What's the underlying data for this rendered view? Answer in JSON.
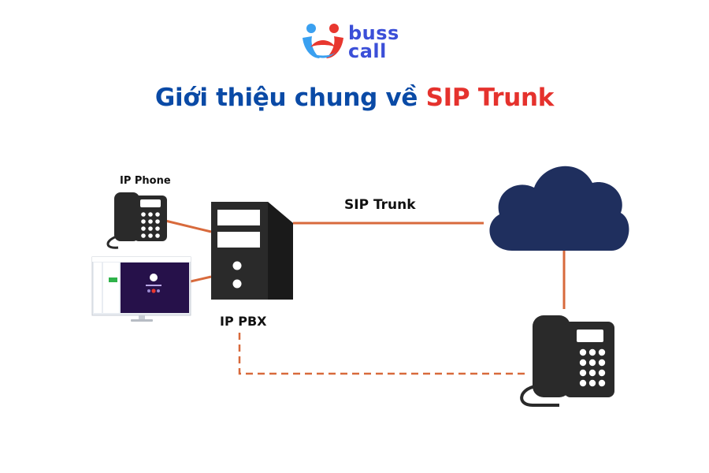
{
  "brand": {
    "line1": "buss",
    "line2": "call",
    "color": "#3b4fd8",
    "logo_colors": {
      "blue": "#3aa0f0",
      "red": "#e8372f"
    }
  },
  "title": {
    "part1": "Giới thiệu chung về ",
    "part2": "SIP Trunk",
    "color1": "#0a4aa6",
    "color2": "#e5322d"
  },
  "diagram": {
    "nodes": {
      "ip_phone": "IP Phone",
      "pbx": "IP PBX",
      "cloud": "",
      "external_phone": "",
      "computer": ""
    },
    "links": {
      "sip_trunk": "SIP Trunk"
    },
    "colors": {
      "link": "#d86a3c",
      "cloud": "#1f2f5e",
      "device": "#2a2a2a"
    }
  }
}
